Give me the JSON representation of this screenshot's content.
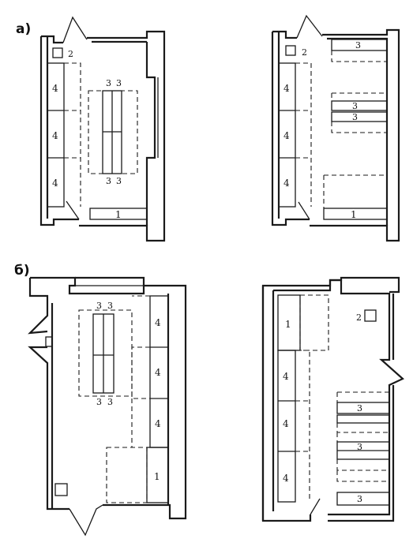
{
  "panels": {
    "a": {
      "label": "а)"
    },
    "b": {
      "label": "б)"
    }
  },
  "legend": {
    "entrance_block": "1",
    "cabinet": "2",
    "bench": "3",
    "rack": "4"
  }
}
